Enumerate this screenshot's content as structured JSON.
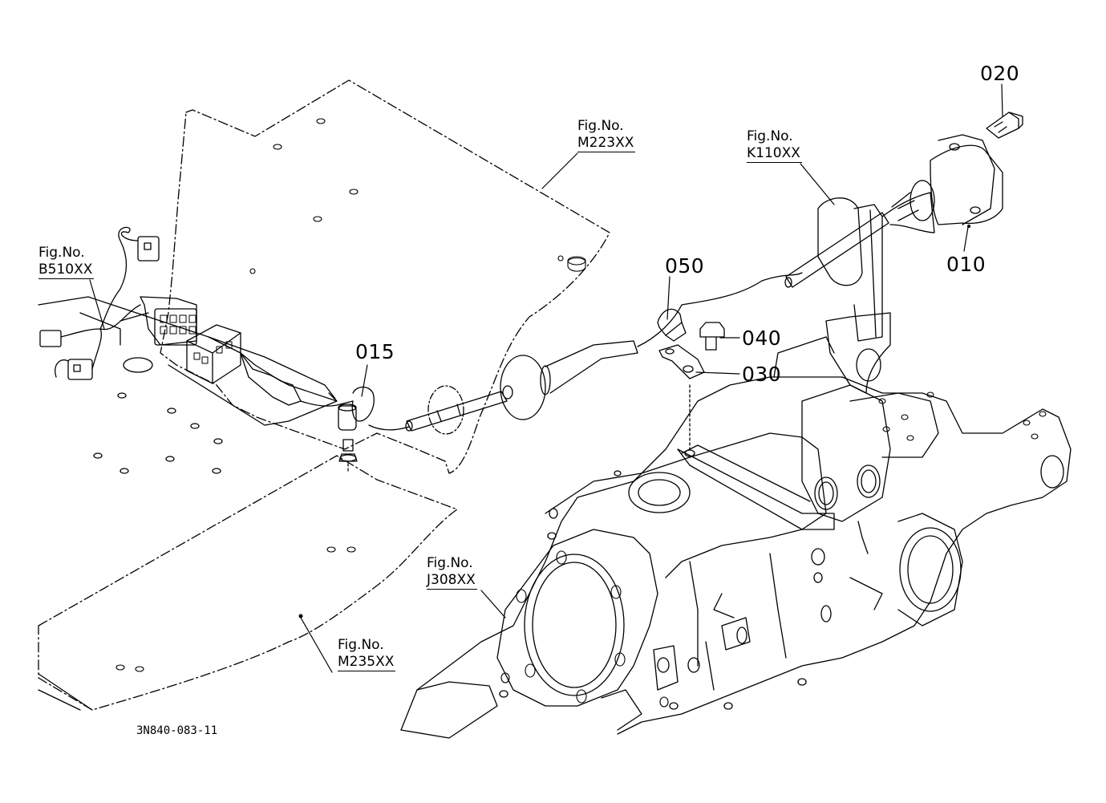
{
  "part_numbers": {
    "p020": "020",
    "p010": "010",
    "p050": "050",
    "p040": "040",
    "p030": "030",
    "p015": "015"
  },
  "figure_refs": {
    "m223": {
      "line1": "Fig.No.",
      "line2": "M223XX"
    },
    "k110": {
      "line1": "Fig.No.",
      "line2": "K110XX"
    },
    "b510": {
      "line1": "Fig.No.",
      "line2": "B510XX"
    },
    "j308": {
      "line1": "Fig.No.",
      "line2": "J308XX"
    },
    "m235": {
      "line1": "Fig.No.",
      "line2": "M235XX"
    }
  },
  "drawing_code": "3N840-083-11",
  "colors": {
    "ink": "#000000",
    "background": "#ffffff"
  }
}
